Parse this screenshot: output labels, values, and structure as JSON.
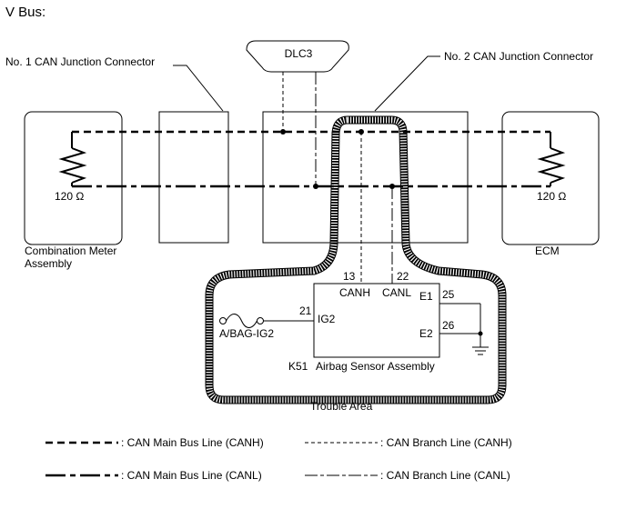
{
  "title": "V Bus:",
  "labels": {
    "dlc3": "DLC3",
    "junction1": "No. 1 CAN Junction Connector",
    "junction2": "No. 2 CAN Junction Connector",
    "combination_meter": [
      "Combination Meter",
      "Assembly"
    ],
    "ecm": "ECM",
    "resistor_left": "120 Ω",
    "resistor_right": "120 Ω",
    "trouble_area": "Trouble Area",
    "sensor_name": "Airbag Sensor Assembly",
    "sensor_code": "K51",
    "fuse_name": "A/BAG-IG2"
  },
  "pins": {
    "canh_num": "13",
    "canl_num": "22",
    "canh": "CANH",
    "canl": "CANL",
    "ig2_num": "21",
    "ig2": "IG2",
    "e1": "E1",
    "e1_num": "25",
    "e2": "E2",
    "e2_num": "26"
  },
  "legend": [
    {
      "style": "main-canh",
      "label": ": CAN Main Bus Line (CANH)"
    },
    {
      "style": "branch-canh",
      "label": ": CAN Branch Line (CANH)"
    },
    {
      "style": "main-canl",
      "label": ": CAN Main Bus Line (CANL)"
    },
    {
      "style": "branch-canl",
      "label": ": CAN Branch Line (CANL)"
    }
  ]
}
